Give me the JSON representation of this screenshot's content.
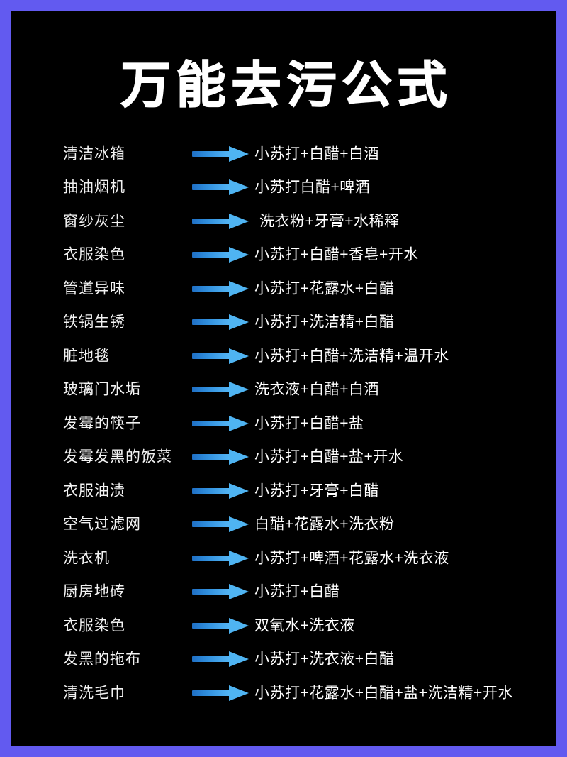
{
  "poster": {
    "title": "万能去污公式",
    "frame_color": "#625AF0",
    "background_color": "#000000",
    "text_color": "#FFFFFF",
    "arrow_color_start": "#1F6FC4",
    "arrow_color_end": "#58BBF7"
  },
  "rows": [
    {
      "label": "清洁冰箱",
      "arrow": "right-arrow-icon",
      "value": "小苏打+白醋+白酒",
      "indent": false
    },
    {
      "label": "抽油烟机",
      "arrow": "right-arrow-icon",
      "value": "小苏打白醋+啤酒",
      "indent": false
    },
    {
      "label": "窗纱灰尘",
      "arrow": "right-arrow-icon",
      "value": "洗衣粉+牙膏+水稀释",
      "indent": true
    },
    {
      "label": "衣服染色",
      "arrow": "right-arrow-icon",
      "value": "小苏打+白醋+香皂+开水",
      "indent": false
    },
    {
      "label": "管道异味",
      "arrow": "right-arrow-icon",
      "value": "小苏打+花露水+白醋",
      "indent": false
    },
    {
      "label": "铁锅生锈",
      "arrow": "right-arrow-icon",
      "value": "小苏打+洗洁精+白醋",
      "indent": false
    },
    {
      "label": "脏地毯",
      "arrow": "right-arrow-icon",
      "value": "小苏打+白醋+洗洁精+温开水",
      "indent": false
    },
    {
      "label": "玻璃门水垢",
      "arrow": "right-arrow-icon",
      "value": "洗衣液+白醋+白酒",
      "indent": false
    },
    {
      "label": "发霉的筷子",
      "arrow": "right-arrow-icon",
      "value": "小苏打+白醋+盐",
      "indent": false
    },
    {
      "label": "发霉发黑的饭菜",
      "arrow": "right-arrow-icon",
      "value": "小苏打+白醋+盐+开水",
      "indent": false
    },
    {
      "label": "衣服油渍",
      "arrow": "right-arrow-icon",
      "value": "小苏打+牙膏+白醋",
      "indent": false
    },
    {
      "label": "空气过滤网",
      "arrow": "right-arrow-icon",
      "value": "白醋+花露水+洗衣粉",
      "indent": false
    },
    {
      "label": "洗衣机",
      "arrow": "right-arrow-icon",
      "value": "小苏打+啤酒+花露水+洗衣液",
      "indent": false
    },
    {
      "label": "厨房地砖",
      "arrow": "right-arrow-icon",
      "value": "小苏打+白醋",
      "indent": false
    },
    {
      "label": "衣服染色",
      "arrow": "right-arrow-icon",
      "value": "双氧水+洗衣液",
      "indent": false
    },
    {
      "label": "发黑的拖布",
      "arrow": "right-arrow-icon",
      "value": "小苏打+洗衣液+白醋",
      "indent": false
    },
    {
      "label": "清洗毛巾",
      "arrow": "right-arrow-icon",
      "value": "小苏打+花露水+白醋+盐+洗洁精+开水",
      "indent": false
    }
  ]
}
